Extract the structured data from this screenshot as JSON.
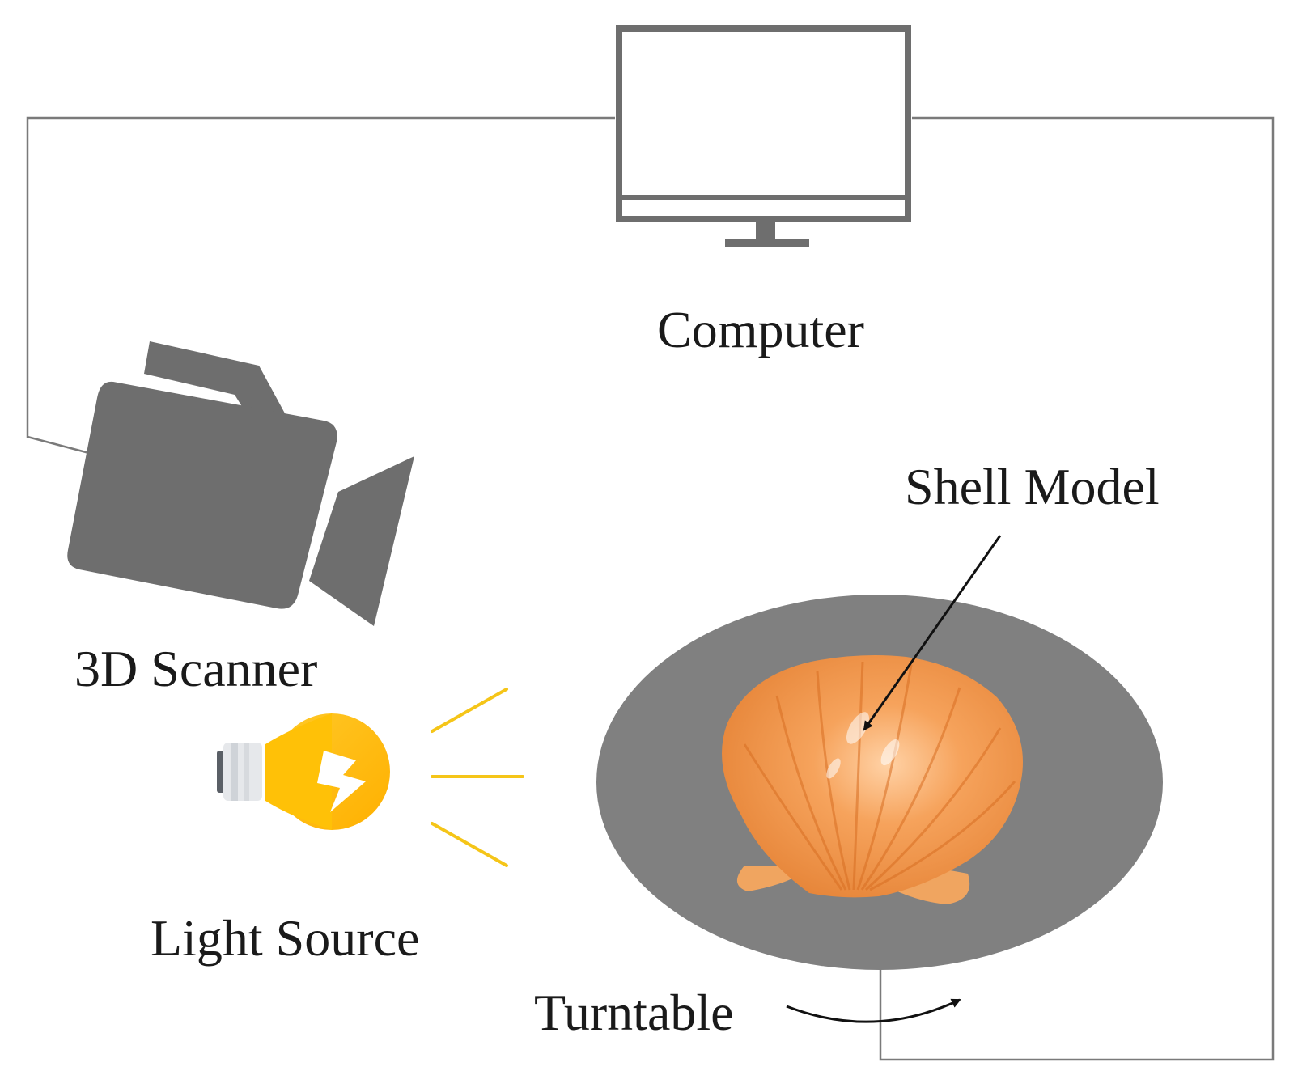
{
  "labels": {
    "computer": "Computer",
    "scanner": "3D Scanner",
    "light_source": "Light Source",
    "shell_model": "Shell Model",
    "turntable": "Turntable"
  },
  "icons": {
    "computer": "monitor-icon",
    "scanner": "video-camera-icon",
    "light": "light-bulb-icon",
    "shell": "scallop-shell",
    "turntable": "turntable-disc"
  },
  "colors": {
    "device_gray": "#6e6e6e",
    "turntable_gray": "#808080",
    "wire": "#7a7a7a",
    "bulb_yellow": "#FFC107",
    "bulb_shade": "#FFB300",
    "ray_yellow": "#F5C518",
    "shell_orange": "#F39A4C",
    "text": "#1a1a1a"
  }
}
